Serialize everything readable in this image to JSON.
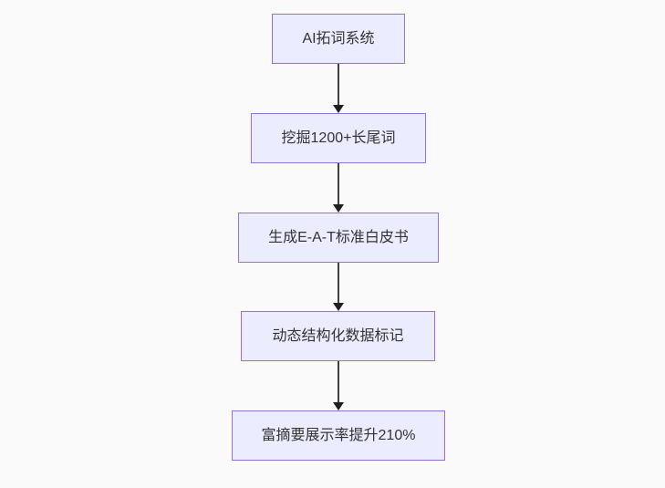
{
  "diagram": {
    "type": "flowchart",
    "direction": "top-down",
    "colors": {
      "background": "#fafafa",
      "node_fill": "#ececff",
      "node_border": "#9370db",
      "node_text": "#333333",
      "edge_line": "#3f3f3f",
      "arrowhead": "#1f1f1f"
    },
    "nodes": [
      {
        "id": "A",
        "label": "AI拓词系统"
      },
      {
        "id": "B",
        "label": "挖掘1200+长尾词"
      },
      {
        "id": "C",
        "label": "生成E-A-T标准白皮书"
      },
      {
        "id": "D",
        "label": "动态结构化数据标记"
      },
      {
        "id": "E",
        "label": "富摘要展示率提升210%"
      }
    ],
    "edges": [
      {
        "from": "AI拓词系统",
        "to": "挖掘1200+长尾词",
        "style": "arrow-down"
      },
      {
        "from": "挖掘1200+长尾词",
        "to": "生成E-A-T标准白皮书",
        "style": "arrow-down"
      },
      {
        "from": "生成E-A-T标准白皮书",
        "to": "动态结构化数据标记",
        "style": "arrow-down"
      },
      {
        "from": "动态结构化数据标记",
        "to": "富摘要展示率提升210%",
        "style": "arrow-down"
      }
    ]
  }
}
